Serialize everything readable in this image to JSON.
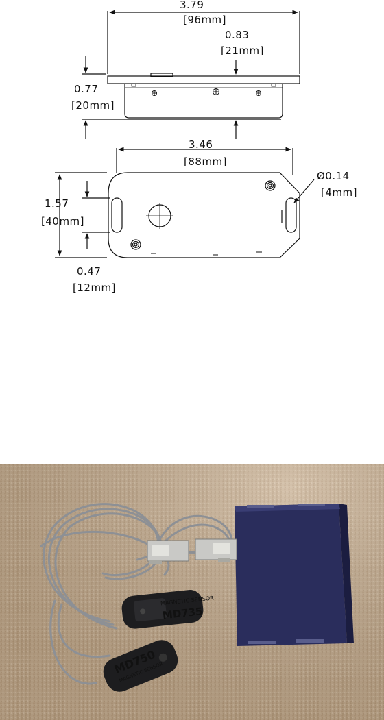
{
  "drawing": {
    "top_view": {
      "overall_width": {
        "in": "3.79",
        "mm": "[96mm]"
      },
      "inset": {
        "in": "0.83",
        "mm": "[21mm]"
      },
      "height": {
        "in": "0.77",
        "mm": "[20mm]"
      }
    },
    "bottom_view": {
      "length": {
        "in": "3.46",
        "mm": "[88mm]"
      },
      "width": {
        "in": "1.57",
        "mm": "[40mm]"
      },
      "slot_offset": {
        "in": "0.47",
        "mm": "[12mm]"
      },
      "hole_dia": {
        "in": "Ø0.14",
        "mm": "[4mm]"
      }
    }
  },
  "photo": {
    "module_1_label": "MD735",
    "module_2_label": "MD750",
    "colors": {
      "carpet": "#c6ad8f",
      "enclosure": "#2a2d5c",
      "cable": "#8d9095",
      "module": "#1d1d1f",
      "module_text": "#d8322a"
    }
  }
}
